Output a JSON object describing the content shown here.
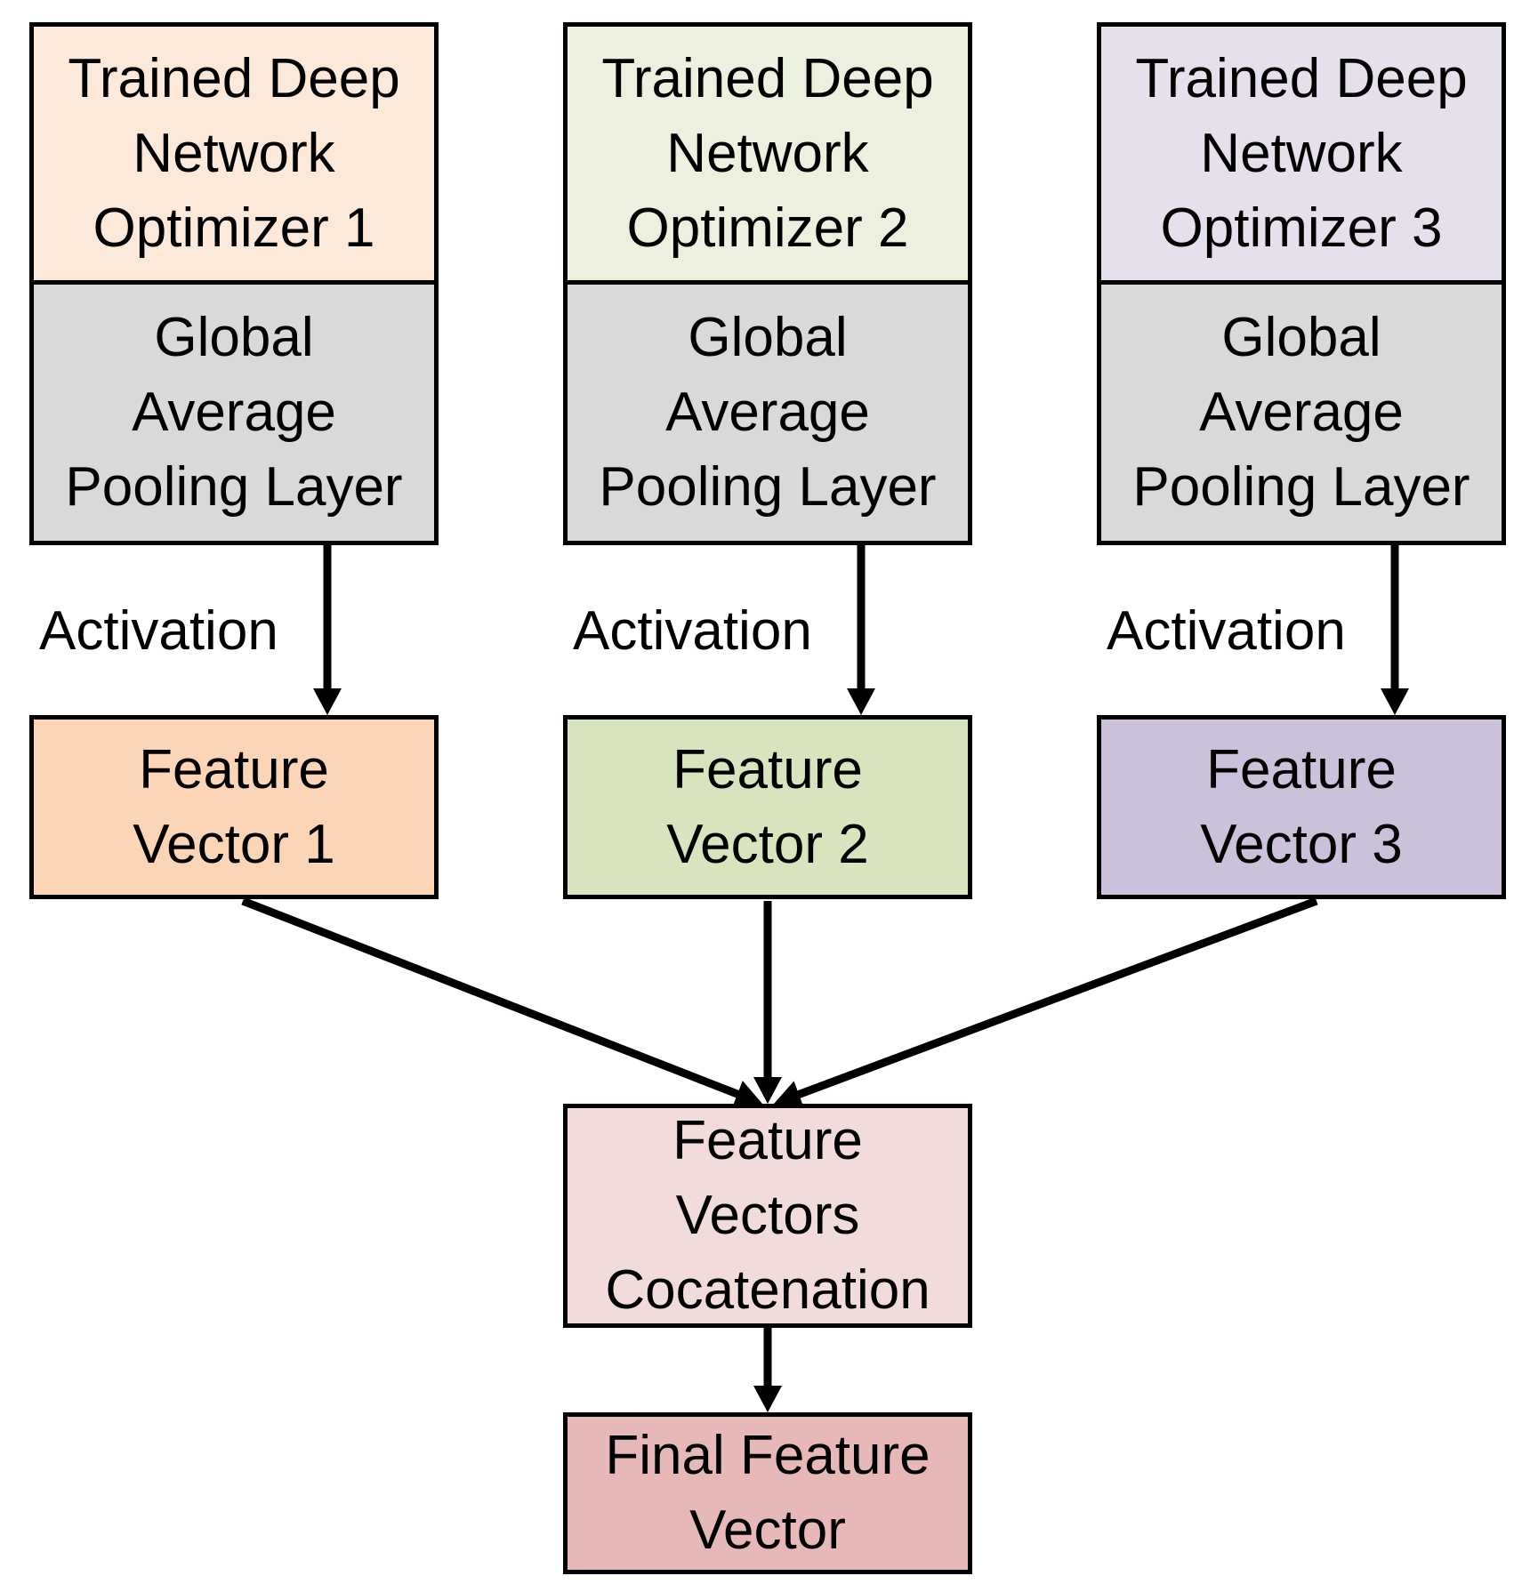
{
  "columns": [
    {
      "optimizer_lines": [
        "Trained Deep",
        "Network",
        "Optimizer 1"
      ],
      "pooling_lines": [
        "Global",
        "Average",
        "Pooling Layer"
      ],
      "activation_label": "Activation",
      "feature_lines": [
        "Feature",
        "Vector 1"
      ],
      "colors": {
        "optimizer": "#fce9da",
        "feature": "#fbd5b5"
      }
    },
    {
      "optimizer_lines": [
        "Trained Deep",
        "Network",
        "Optimizer 2"
      ],
      "pooling_lines": [
        "Global",
        "Average",
        "Pooling Layer"
      ],
      "activation_label": "Activation",
      "feature_lines": [
        "Feature",
        "Vector 2"
      ],
      "colors": {
        "optimizer": "#ebf1de",
        "feature": "#d7e4bd"
      }
    },
    {
      "optimizer_lines": [
        "Trained Deep",
        "Network",
        "Optimizer 3"
      ],
      "pooling_lines": [
        "Global",
        "Average",
        "Pooling Layer"
      ],
      "activation_label": "Activation",
      "feature_lines": [
        "Feature",
        "Vector 3"
      ],
      "colors": {
        "optimizer": "#e5e0ec",
        "feature": "#ccc1da"
      }
    }
  ],
  "concat_lines": [
    "Feature",
    "Vectors",
    "Cocatenation"
  ],
  "final_lines": [
    "Final Feature",
    "Vector"
  ],
  "colors": {
    "pooling": "#d9d9d9",
    "concat": "#f2dcdb",
    "final": "#e6b9b8",
    "line": "#000000"
  }
}
